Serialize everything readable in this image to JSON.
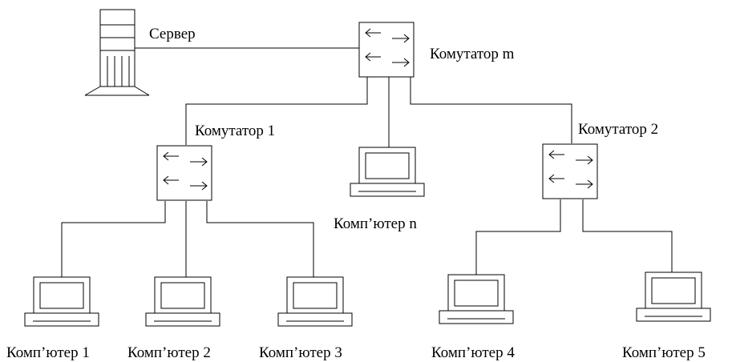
{
  "server": {
    "label": "Сервер"
  },
  "switches": [
    {
      "id": "m",
      "label": "Комутатор m"
    },
    {
      "id": "1",
      "label": "Комутатор 1"
    },
    {
      "id": "2",
      "label": "Комутатор 2"
    }
  ],
  "computers": [
    {
      "id": "1",
      "label": "Комп’ютер 1"
    },
    {
      "id": "2",
      "label": "Комп’ютер 2"
    },
    {
      "id": "3",
      "label": "Комп’ютер 3"
    },
    {
      "id": "n",
      "label": "Комп’ютер n"
    },
    {
      "id": "4",
      "label": "Комп’ютер 4"
    },
    {
      "id": "5",
      "label": "Комп’ютер 5"
    }
  ]
}
